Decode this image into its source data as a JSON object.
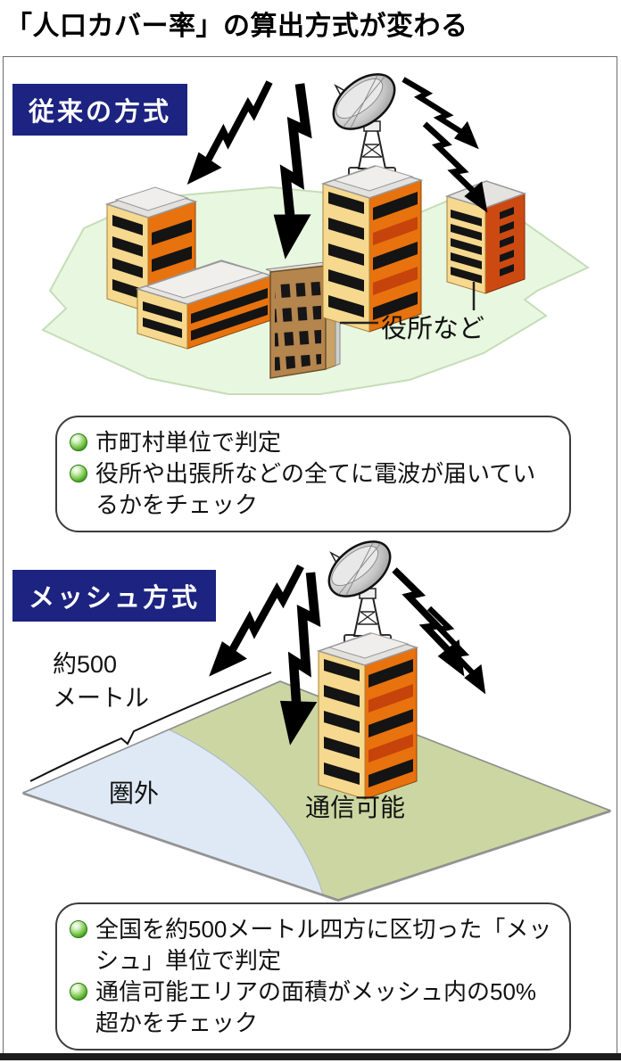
{
  "title": "「人口カバー率」の算出方式が変わる",
  "sections": {
    "conventional": {
      "badge": "従来の方式",
      "office_label": "役所など",
      "notes": [
        "市町村単位で判定",
        "役所や出張所などの全てに電波が届いているかをチェック"
      ]
    },
    "mesh": {
      "badge": "メッシュ方式",
      "size_label_line1": "約500",
      "size_label_line2": "メートル",
      "out_of_range_label": "圏外",
      "available_label": "通信可能",
      "notes": [
        "全国を約500メートル四方に区切った「メッシュ」単位で判定",
        "通信可能エリアの面積がメッシュ内の50%超かをチェック"
      ]
    }
  },
  "icons": [
    "satellite-antenna-icon",
    "radio-wave-arrow-icon",
    "building",
    "bullet-sphere-icon"
  ],
  "colors": {
    "badge_bg": "#1c2380",
    "badge_text": "#ffffff",
    "map_green": "#e8f7e0",
    "mesh_green": "#ccd6a2",
    "mesh_out_blue": "#dfe9f6",
    "building_cream": "#f6d98e",
    "building_orange": "#e8720e",
    "building_red_orange": "#cc4a12",
    "building_brown": "#b5854e",
    "bullet_green": "#2f8a12"
  }
}
